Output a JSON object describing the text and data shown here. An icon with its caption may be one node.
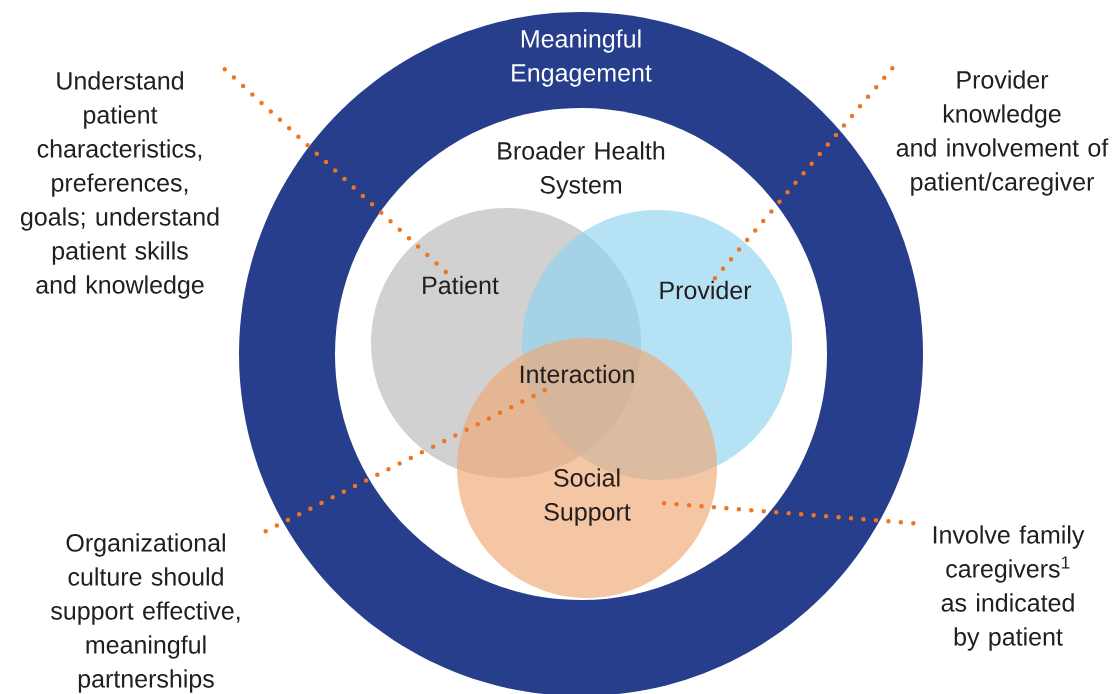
{
  "diagram": {
    "nodes": [
      {
        "text": [
          "Meaningful Engagement"
        ]
      },
      {
        "text": [
          "Broader Health System"
        ],
        "in": 0
      },
      {
        "text": [
          "Patient"
        ],
        "in": 1
      },
      {
        "text": [
          "Provider"
        ],
        "in": 1
      },
      {
        "text": [
          "Social Support"
        ],
        "in": 1
      },
      {
        "text": [
          "Interaction"
        ]
      },
      {
        "text": [
          "Understand patient characteristics, preferences, goals; understand patient skills and knowledge"
        ]
      },
      {
        "text": [
          "Provider knowledge and involvement of patient/caregiver"
        ]
      },
      {
        "text": [
          "Organizational culture should support effective, meaningful partnerships"
        ]
      },
      {
        "text": [
          "Involve family caregivers$^{1}$ as indicated by patient"
        ]
      }
    ],
    "edges": [
      {
        "from": 6,
        "to": 2,
        "arrow": "none"
      },
      {
        "from": 7,
        "to": 3,
        "arrow": "none"
      },
      {
        "from": 8,
        "to": 5,
        "arrow": "none"
      },
      {
        "from": 9,
        "to": 4,
        "arrow": "none"
      }
    ]
  }
}
